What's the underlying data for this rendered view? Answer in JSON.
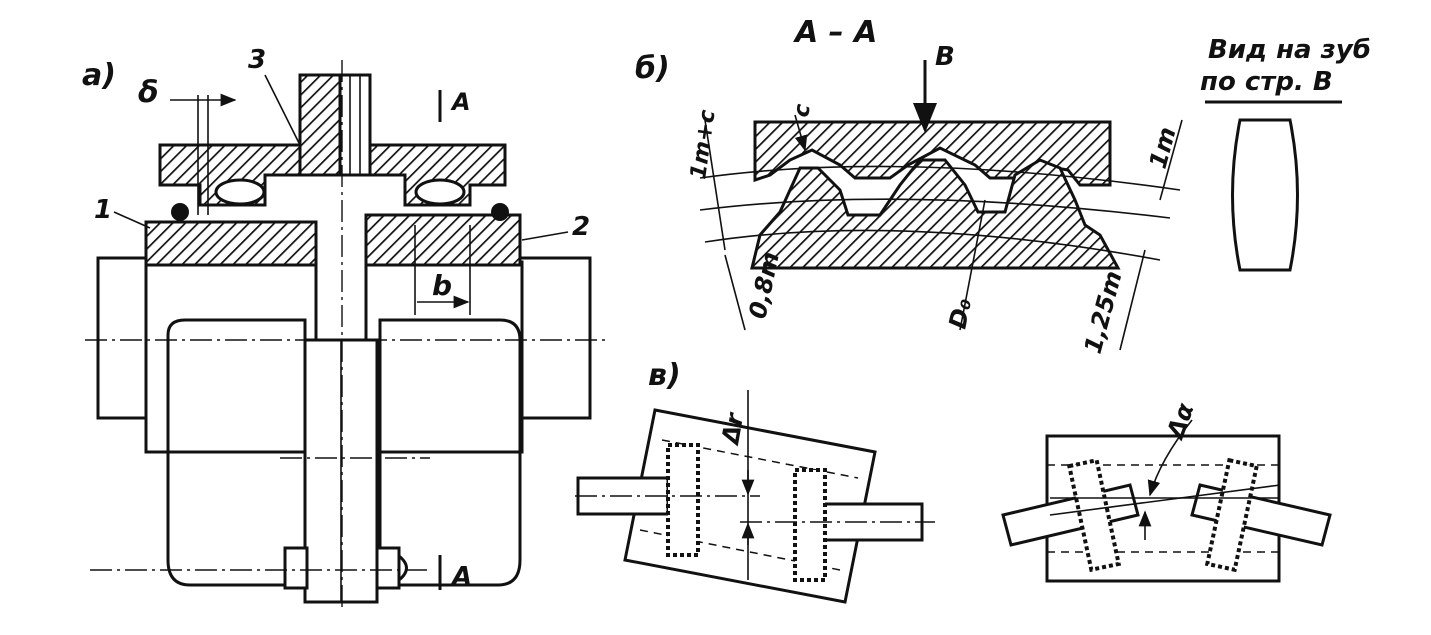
{
  "labels": {
    "view_a": "а)",
    "view_b": "б)",
    "view_v": "в)",
    "section_title": "А – А",
    "part_1": "1",
    "part_2": "2",
    "part_3": "3",
    "delta": "δ",
    "width_b": "b",
    "section_mark_top": "А",
    "section_mark_bottom": "А",
    "arrow_b": "В",
    "dim_m_c": "1m+c",
    "dim_c": "c",
    "dim_1m": "1m",
    "dim_08m": "0,8m",
    "dim_d0": "D₀",
    "dim_125m": "1,25m",
    "tooth_view_line1": "Вид на зуб",
    "tooth_view_line2": "по стр. В",
    "delta_r": "Δr",
    "delta_alpha": "Δα"
  },
  "colors": {
    "ink": "#111111",
    "paper": "#ffffff"
  }
}
